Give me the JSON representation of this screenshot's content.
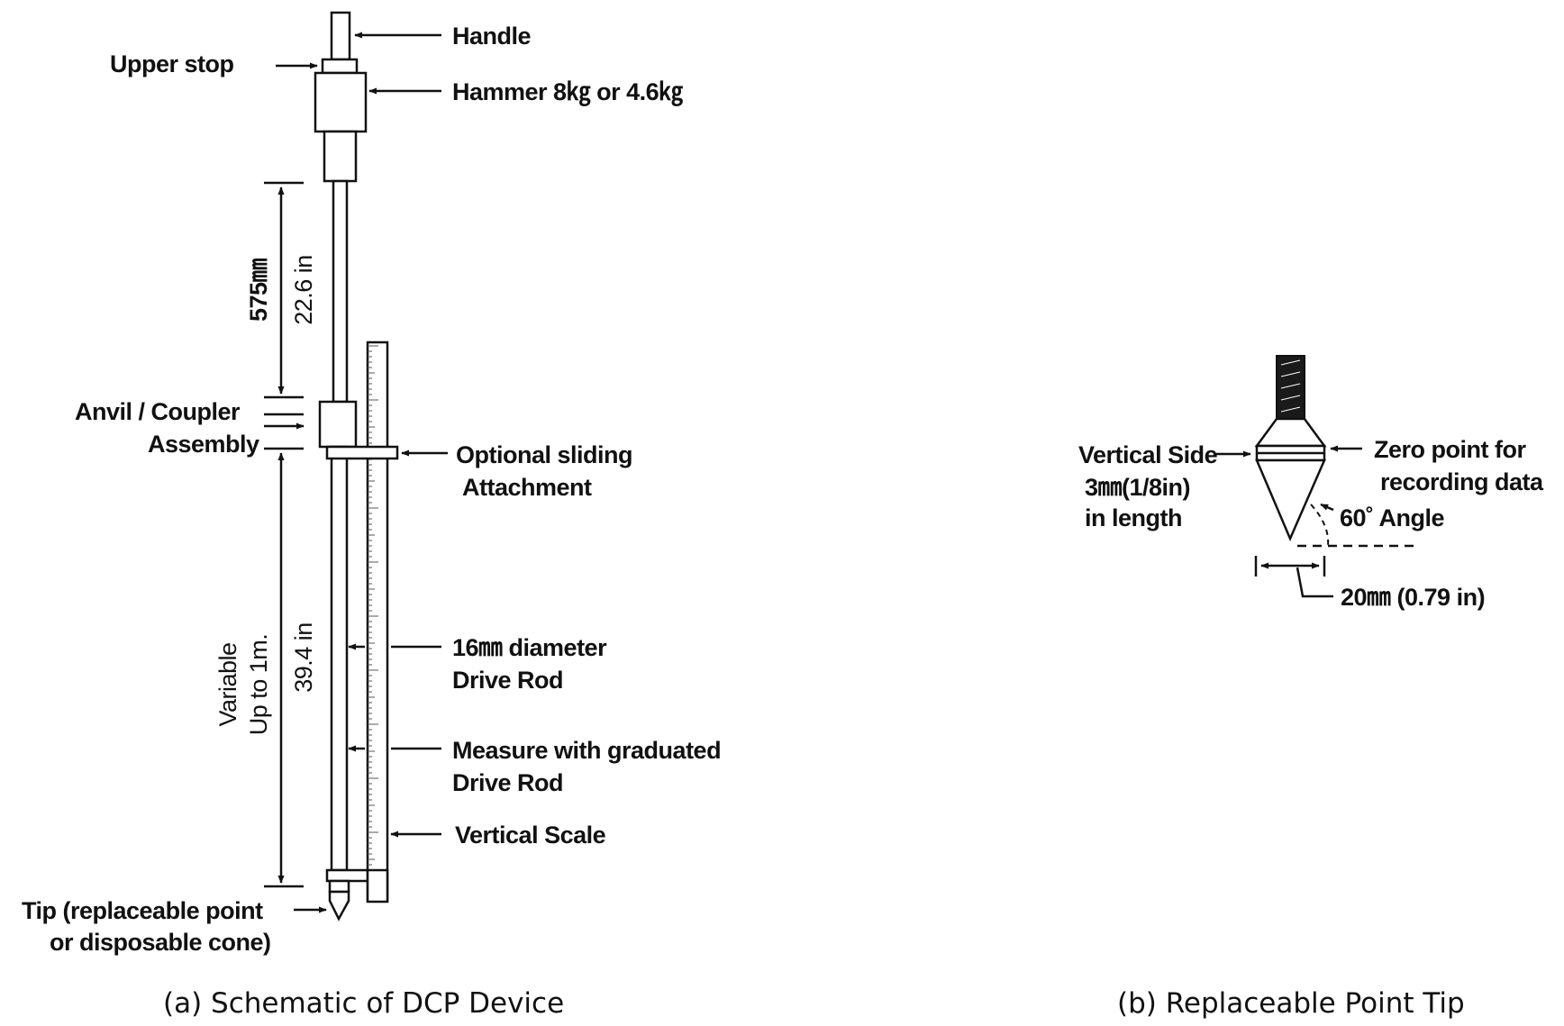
{
  "figure_a": {
    "labels": {
      "handle": "Handle",
      "upper_stop": "Upper stop",
      "hammer": "Hammer 8㎏ or  4.6㎏",
      "dim_575": "575㎜",
      "dim_22_6": "22.6 in",
      "anvil_line1": "Anvil / Coupler",
      "anvil_line2": "Assembly",
      "sliding_line1": "Optional sliding",
      "sliding_line2": "Attachment",
      "variable_line1": "Variable",
      "variable_line2": "Up to 1m.",
      "dim_39_4": "39.4 in",
      "rod_line1": "16㎜ diameter",
      "rod_line2": "Drive Rod",
      "measure_line1": "Measure with graduated",
      "measure_line2": "Drive Rod",
      "vertical_scale": "Vertical Scale",
      "tip_line1": "Tip (replaceable point",
      "tip_line2": "or disposable cone)"
    },
    "caption": "(a) Schematic of DCP Device"
  },
  "figure_b": {
    "labels": {
      "vertical_side_line1": "Vertical Side",
      "vertical_side_line2": "3㎜(1/8in)",
      "vertical_side_line3": "in length",
      "zero_point_line1": "Zero point for",
      "zero_point_line2": "recording data",
      "angle": "60˚ Angle",
      "width": "20㎜ (0.79 in)"
    },
    "caption": "(b) Replaceable Point Tip"
  },
  "colors": {
    "ink": "#111111",
    "background": "#ffffff"
  }
}
